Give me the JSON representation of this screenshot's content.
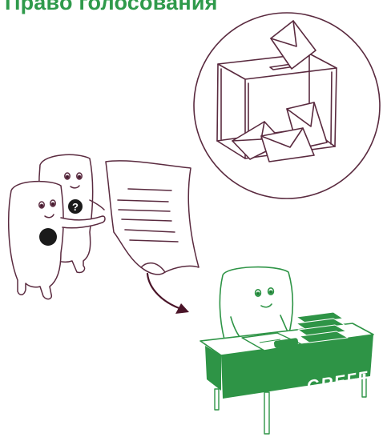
{
  "title": "Право голосования",
  "desk_sign": "GREFFE",
  "colors": {
    "title_green": "#2f9a4b",
    "desk_green": "#2e9446",
    "line_purple": "#5a2a3f",
    "arrow_dark": "#4a1428"
  },
  "icons": {
    "question_badge": "?",
    "black_dot": "filled-circle"
  }
}
